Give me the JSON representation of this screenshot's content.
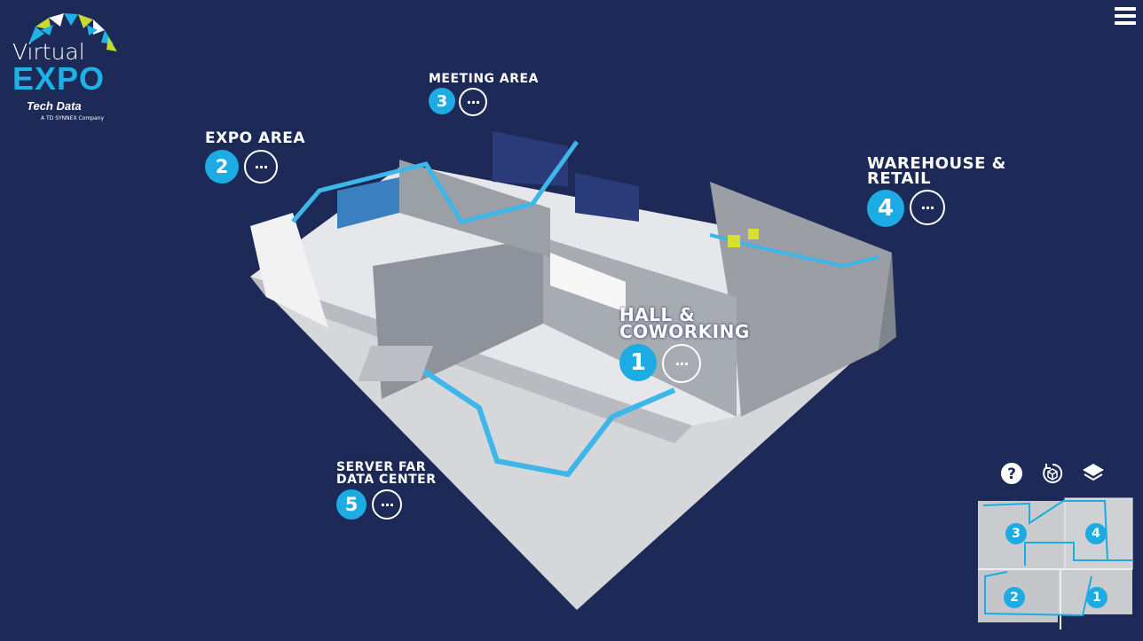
{
  "logo": {
    "line1": "Virtual",
    "line2": "EXPO",
    "brand": "Tech Data",
    "tagline": "A TD SYNNEX Company"
  },
  "hotspots": [
    {
      "number": "1",
      "title_lines": [
        "HALL &",
        "COWORKING"
      ],
      "more": "···"
    },
    {
      "number": "2",
      "title_lines": [
        "EXPO AREA"
      ],
      "more": "···"
    },
    {
      "number": "3",
      "title_lines": [
        "MEETING AREA"
      ],
      "more": "···"
    },
    {
      "number": "4",
      "title_lines": [
        "WAREHOUSE &",
        "RETAIL"
      ],
      "more": "···"
    },
    {
      "number": "5",
      "title_lines": [
        "SERVER FAR",
        "DATA CENTER"
      ],
      "more": "···"
    }
  ],
  "minimap": {
    "labels": [
      "3",
      "4",
      "2",
      "1"
    ]
  },
  "tools": [
    "help-icon",
    "rotate-3d-icon",
    "layers-icon"
  ],
  "colors": {
    "background": "#1d2a57",
    "accent": "#1cabe2"
  }
}
